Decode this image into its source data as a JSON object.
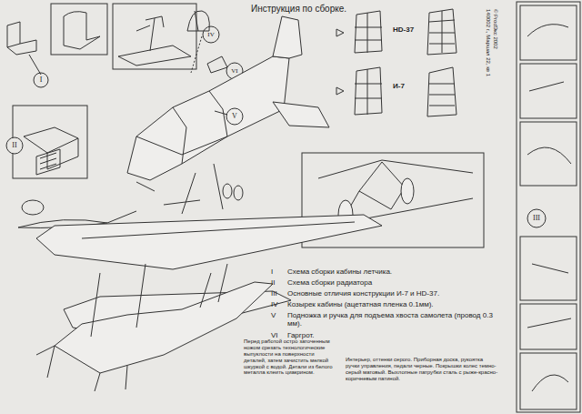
{
  "diagram": {
    "title": "Инструкция по сборке.",
    "labels": [
      "I",
      "II",
      "III",
      "IV",
      "V",
      "VI",
      "HD-37",
      "И-7",
      "© ProdЭкс 2002",
      "140002 г., Маршал 22, кв 1",
      "I",
      "Схема сборки кабины летчика.",
      "II",
      "Схема сборки радиатора",
      "III",
      "Основные отличия конструкции И-7 и HD-37.",
      "IV",
      "Козырек кабины (ацетатная пленка 0.1мм).",
      "V",
      "Подножка и ручка для подъема хвоста самолета (провод 0.3 мм).",
      "VI",
      "Гаргрот.",
      "Перед работой остро заточенным ножом срезать технологические выпуклости на поверхности деталей, затем зачистить мелкой шкуркой с водой. Детали из белого металла клеить циакрином.",
      "Интерьер, оттенки серого. Приборная доска, рукоятка ручки управления, педали черные. Покрышки колес темно-серый матовый. Выхлопные патрубки сталь с рыже-красно-коричневым патиной."
    ]
  }
}
